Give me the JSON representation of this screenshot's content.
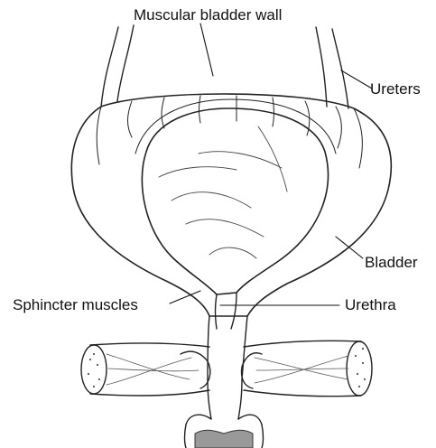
{
  "labels": {
    "muscular_bladder_wall": "Muscular bladder wall",
    "ureters": "Ureters",
    "bladder": "Bladder",
    "sphincter_muscles": "Sphincter muscles",
    "urethra": "Urethra"
  },
  "colors": {
    "ink": "#111111",
    "shade": "#999999",
    "background": "#ffffff"
  }
}
